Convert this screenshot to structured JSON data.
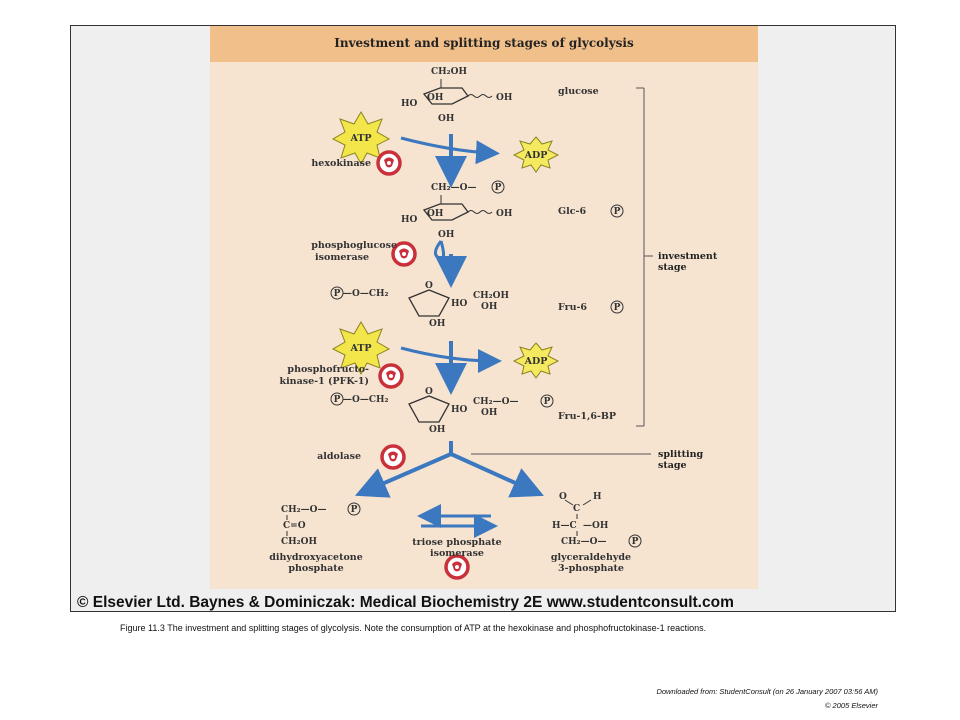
{
  "figure": {
    "title": "Investment and splitting stages of glycolysis",
    "copyright_bar": "© Elsevier Ltd. Baynes & Dominiczak: Medical Biochemistry 2E www.studentconsult.com",
    "molecules": {
      "glucose": "glucose",
      "glc6p": "Glc-6",
      "fru6p": "Fru-6",
      "fru16bp": "Fru-1,6-BP",
      "dhap_line1": "dihydroxyacetone",
      "dhap_line2": "phosphate",
      "g3p_line1": "glyceraldehyde",
      "g3p_line2": "3-phosphate"
    },
    "enzymes": {
      "hexokinase": "hexokinase",
      "pgi_line1": "phosphoglucose",
      "pgi_line2": "isomerase",
      "pfk_line1": "phosphofructo-",
      "pfk_line2": "kinase-1 (PFK-1)",
      "aldolase": "aldolase",
      "tpi_line1": "triose phosphate",
      "tpi_line2": "isomerase"
    },
    "cofactors": {
      "atp": "ATP",
      "adp": "ADP",
      "phosphate": "P"
    },
    "stages": {
      "investment_line1": "investment",
      "investment_line2": "stage",
      "splitting_line1": "splitting",
      "splitting_line2": "stage"
    },
    "formulas": {
      "ch2oh": "CH₂OH",
      "oh": "OH",
      "ho": "HO",
      "o": "O",
      "ch2_o": "CH₂—O—",
      "p_o_ch2": "—O—CH₂",
      "c_eq_o": "C=O",
      "c_o_h": "C",
      "h": "H",
      "h_c": "H—C",
      "dash_oh": "—OH",
      "ch2oh_short": "CH₂OH"
    },
    "colors": {
      "arrow": "#3b78c0",
      "atp": "#f2e64a",
      "adp": "#f4e95f",
      "enzyme_ring": "#c9303a",
      "panel": "#f6e4d1",
      "header": "#f1c08a"
    }
  },
  "caption": "Figure 11.3 The investment and splitting stages of glycolysis. Note the consumption of ATP at the hexokinase and phosphofructokinase-1 reactions.",
  "download_note": "Downloaded from: StudentConsult (on 26 January 2007 03:56 AM)",
  "elsevier_note": "© 2005 Elsevier"
}
